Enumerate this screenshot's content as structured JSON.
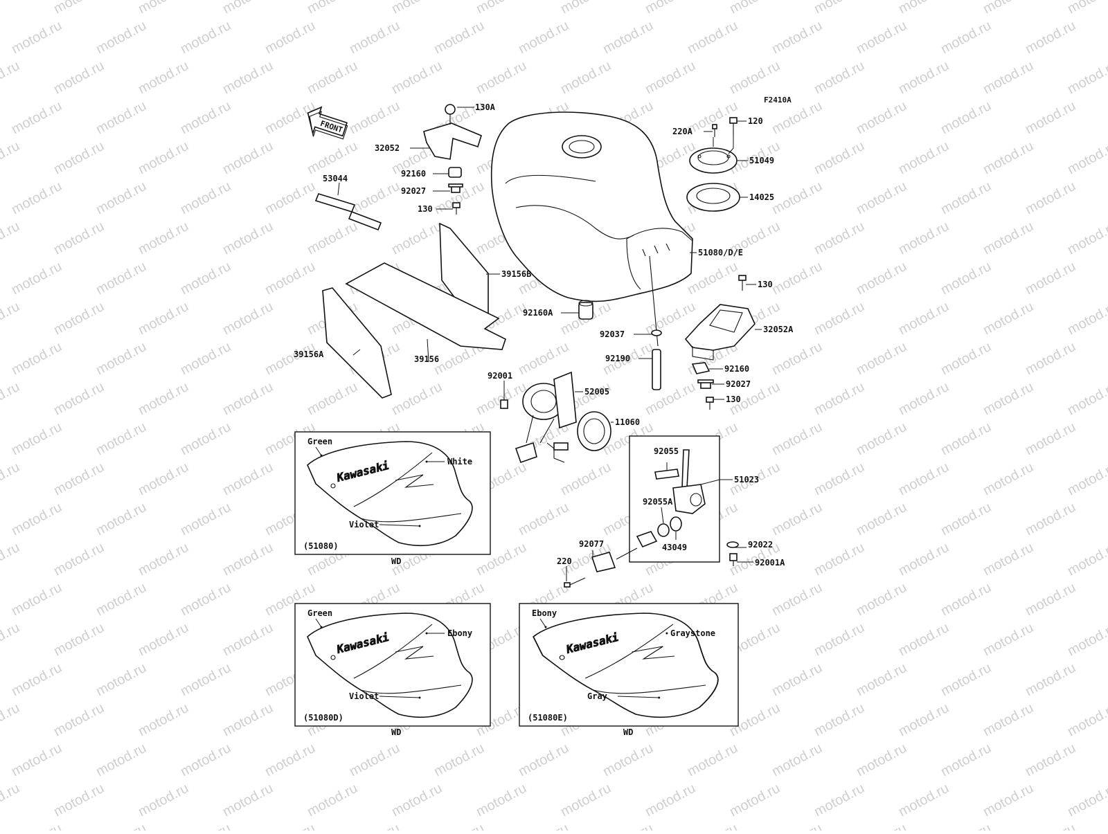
{
  "figure_code": "F2410A",
  "front_label": "FRONT",
  "watermark": "motod.ru",
  "parts": {
    "p130A": "130A",
    "p32052": "32052",
    "p92160_top": "92160",
    "p92027_top": "92027",
    "p130_top": "130",
    "p53044": "53044",
    "p39156B": "39156B",
    "p39156": "39156",
    "p39156A": "39156A",
    "p92160A": "92160A",
    "p220A": "220A",
    "p120": "120",
    "p51049": "51049",
    "p14025": "14025",
    "p51080DE": "51080/D/E",
    "p130_right": "130",
    "p32052A": "32052A",
    "p92037": "92037",
    "p92190": "92190",
    "p92160_right": "92160",
    "p92027_right": "92027",
    "p130_right2": "130",
    "p92001": "92001",
    "p52005": "52005",
    "p11060": "11060",
    "p92055": "92055",
    "p51023": "51023",
    "p92055A": "92055A",
    "p43049": "43049",
    "p92022": "92022",
    "p92077": "92077",
    "p220": "220",
    "p92001A": "92001A"
  },
  "color_panels": [
    {
      "top_left": "Green",
      "upper_right": "White",
      "lower": "Violet",
      "code": "(51080)",
      "market": "WD"
    },
    {
      "top_left": "Green",
      "upper_right": "Ebony",
      "lower": "Violet",
      "code": "(51080D)",
      "market": "WD"
    },
    {
      "top_left": "Ebony",
      "upper_right": "Graystone",
      "lower": "Gray",
      "code": "(51080E)",
      "market": "WD"
    }
  ],
  "brand_logo": "Kawasaki"
}
